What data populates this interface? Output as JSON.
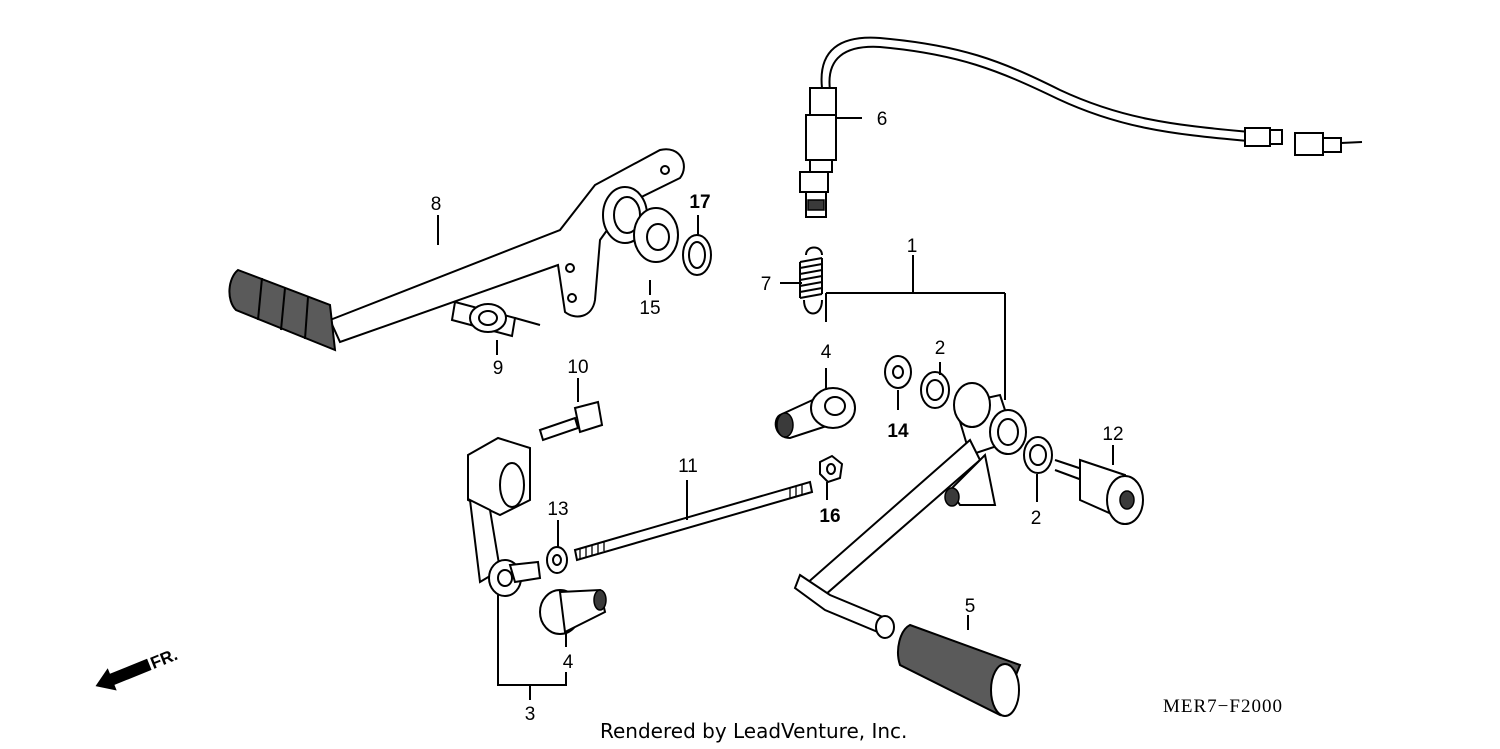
{
  "diagram": {
    "part_code": "MER7−F2000",
    "credit": "Rendered by LeadVenture, Inc.",
    "direction": "FR.",
    "callouts": {
      "c1": "1",
      "c2a": "2",
      "c2b": "2",
      "c3": "3",
      "c4a": "4",
      "c4b": "4",
      "c5": "5",
      "c6": "6",
      "c7": "7",
      "c8": "8",
      "c9": "9",
      "c10": "10",
      "c11": "11",
      "c12": "12",
      "c13": "13",
      "c14": "14",
      "c15": "15",
      "c16": "16",
      "c17": "17"
    }
  }
}
